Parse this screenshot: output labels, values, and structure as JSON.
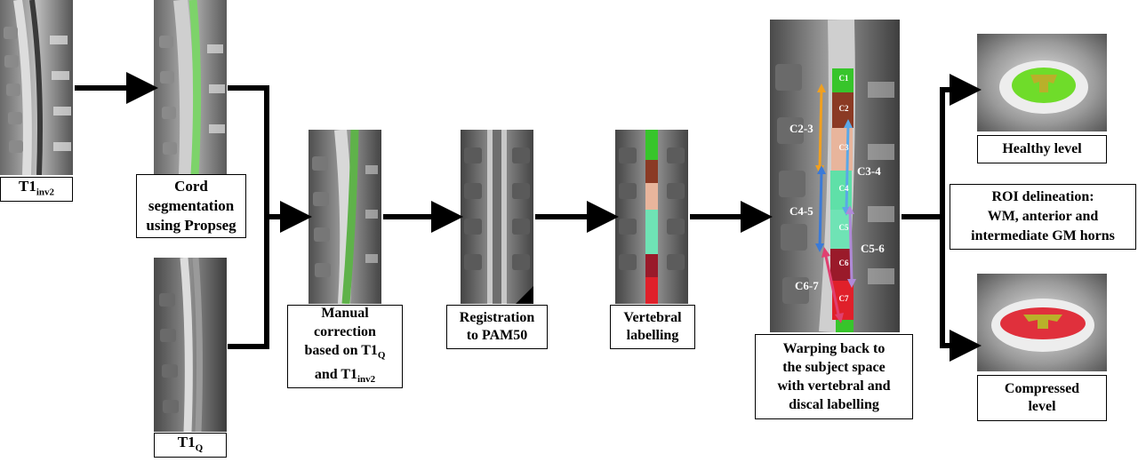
{
  "labels": {
    "t1inv2": {
      "base": "T1",
      "sub": "inv2"
    },
    "t1q": {
      "base": "T1",
      "sub": "Q"
    },
    "cord": [
      "Cord",
      "segmentation",
      "using Propseg"
    ],
    "manual": [
      "Manual",
      "correction",
      "based on T1_Q",
      "and T1_inv2"
    ],
    "registration": [
      "Registration",
      "to PAM50"
    ],
    "vertebral": [
      "Vertebral",
      "labelling"
    ],
    "warping": [
      "Warping back to",
      "the subject space",
      "with vertebral and",
      "discal labelling"
    ],
    "healthy": "Healthy level",
    "roi": [
      "ROI delineation:",
      "WM, anterior and",
      "intermediate GM horns"
    ],
    "compressed": [
      "Compressed",
      "level"
    ]
  },
  "vertebrae": [
    "C1",
    "C2",
    "C3",
    "C4",
    "C5",
    "C6",
    "C7"
  ],
  "discs": [
    "C2-3",
    "C3-4",
    "C4-5",
    "C5-6",
    "C6-7"
  ],
  "colors": {
    "cord_green": "#7dd36a",
    "c1": "#37c52b",
    "c2": "#8b3a24",
    "c3": "#e8b59c",
    "c4": "#5fe0a8",
    "c5": "#6fe3b5",
    "c6": "#9a1a2a",
    "c7": "#e0202a",
    "healthy_wm": "#6fdc2a",
    "compressed_wm": "#e0303c",
    "gm": "#b9b02a"
  }
}
